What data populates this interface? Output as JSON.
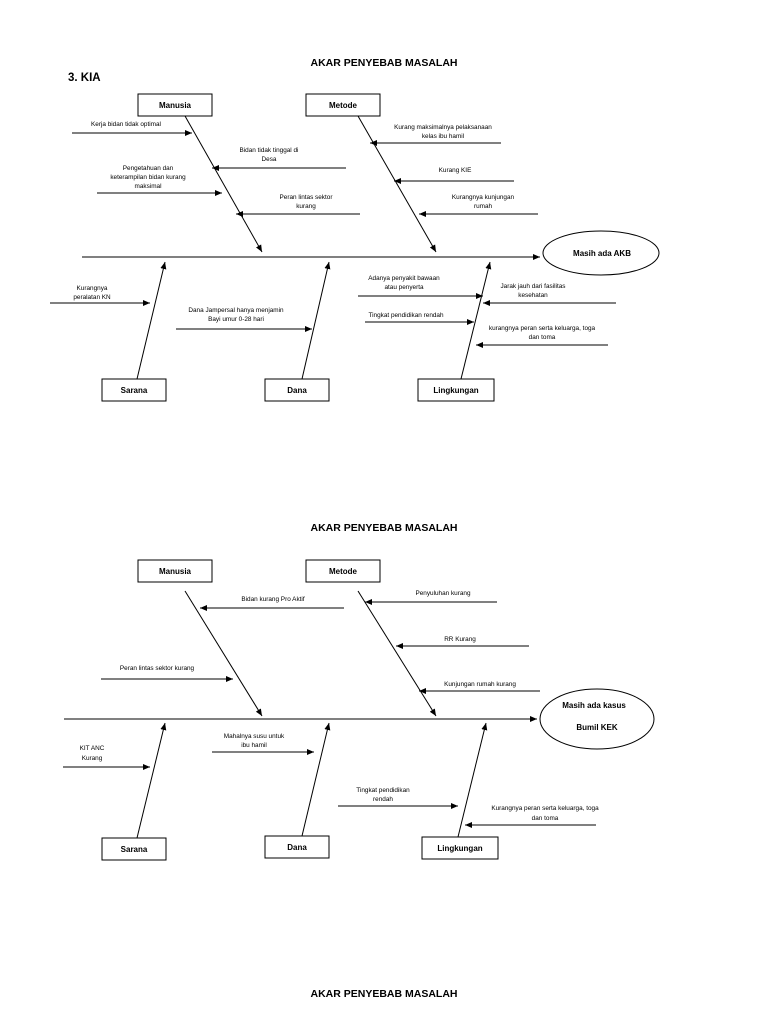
{
  "diagram1": {
    "title": "AKAR PENYEBAB MASALAH",
    "section": "3.  KIA",
    "categories": {
      "manusia": "Manusia",
      "metode": "Metode",
      "sarana": "Sarana",
      "dana": "Dana",
      "lingkungan": "Lingkungan"
    },
    "effect": [
      "Masih ada AKB"
    ],
    "causes": {
      "manusia": [
        [
          "Kerja bidan tidak optimal"
        ],
        [
          "Bidan tidak tinggal di",
          "Desa"
        ],
        [
          "Pengetahuan dan",
          "keterampilan bidan kurang",
          "maksimal"
        ],
        [
          "Peran lintas sektor",
          "kurang"
        ]
      ],
      "metode": [
        [
          "Kurang maksimalnya pelaksanaan",
          "kelas ibu hamil"
        ],
        [
          "Kurang KIE"
        ],
        [
          "Kurangnya kunjungan",
          "rumah"
        ]
      ],
      "sarana": [
        [
          "Kurangnya",
          "peralatan KN"
        ]
      ],
      "dana": [
        [
          "Dana Jampersal hanya menjamin",
          "Bayi umur 0-28 hari"
        ]
      ],
      "lingkungan": [
        [
          "Adanya penyakit bawaan",
          "atau penyerta"
        ],
        [
          "Jarak jauh dari fasilitas",
          "kesehatan"
        ],
        [
          "Tingkat pendidikan rendah"
        ],
        [
          "kurangnya peran serta keluarga, toga",
          "dan toma"
        ]
      ]
    }
  },
  "diagram2": {
    "title": "AKAR PENYEBAB MASALAH",
    "categories": {
      "manusia": "Manusia",
      "metode": "Metode",
      "sarana": "Sarana",
      "dana": "Dana",
      "lingkungan": "Lingkungan"
    },
    "effect": [
      "Masih ada kasus",
      "Bumil KEK"
    ],
    "causes": {
      "manusia": [
        [
          "Bidan kurang Pro Aktif"
        ],
        [
          "Peran lintas sektor kurang"
        ]
      ],
      "metode": [
        [
          "Penyuluhan kurang"
        ],
        [
          "RR Kurang"
        ],
        [
          "Kunjungan rumah kurang"
        ]
      ],
      "sarana": [
        [
          "KIT ANC",
          "Kurang"
        ]
      ],
      "dana": [
        [
          "Mahalnya susu untuk",
          "ibu hamil"
        ]
      ],
      "lingkungan": [
        [
          "Tingkat pendidikan",
          "rendah"
        ],
        [
          "Kurangnya peran serta keluarga, toga",
          "dan toma"
        ]
      ]
    }
  },
  "footer_title": "AKAR PENYEBAB MASALAH"
}
